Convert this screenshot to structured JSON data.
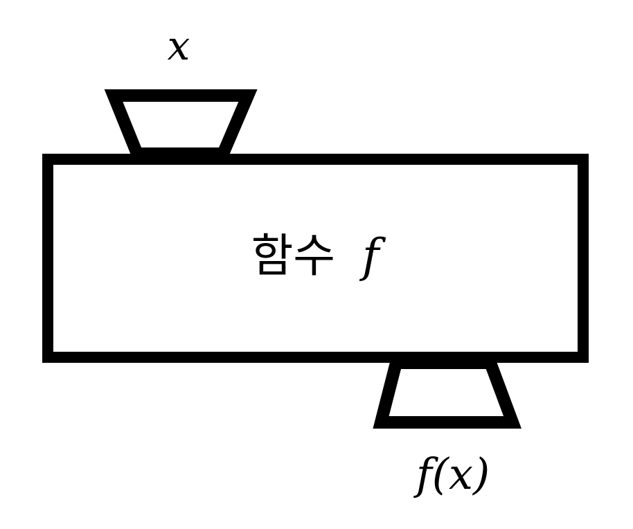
{
  "diagram": {
    "input_label": "x",
    "function_prefix": "함수",
    "function_symbol": "f",
    "output_label": "f(x)",
    "stroke_color": "#000000",
    "fill_color": "#ffffff"
  }
}
